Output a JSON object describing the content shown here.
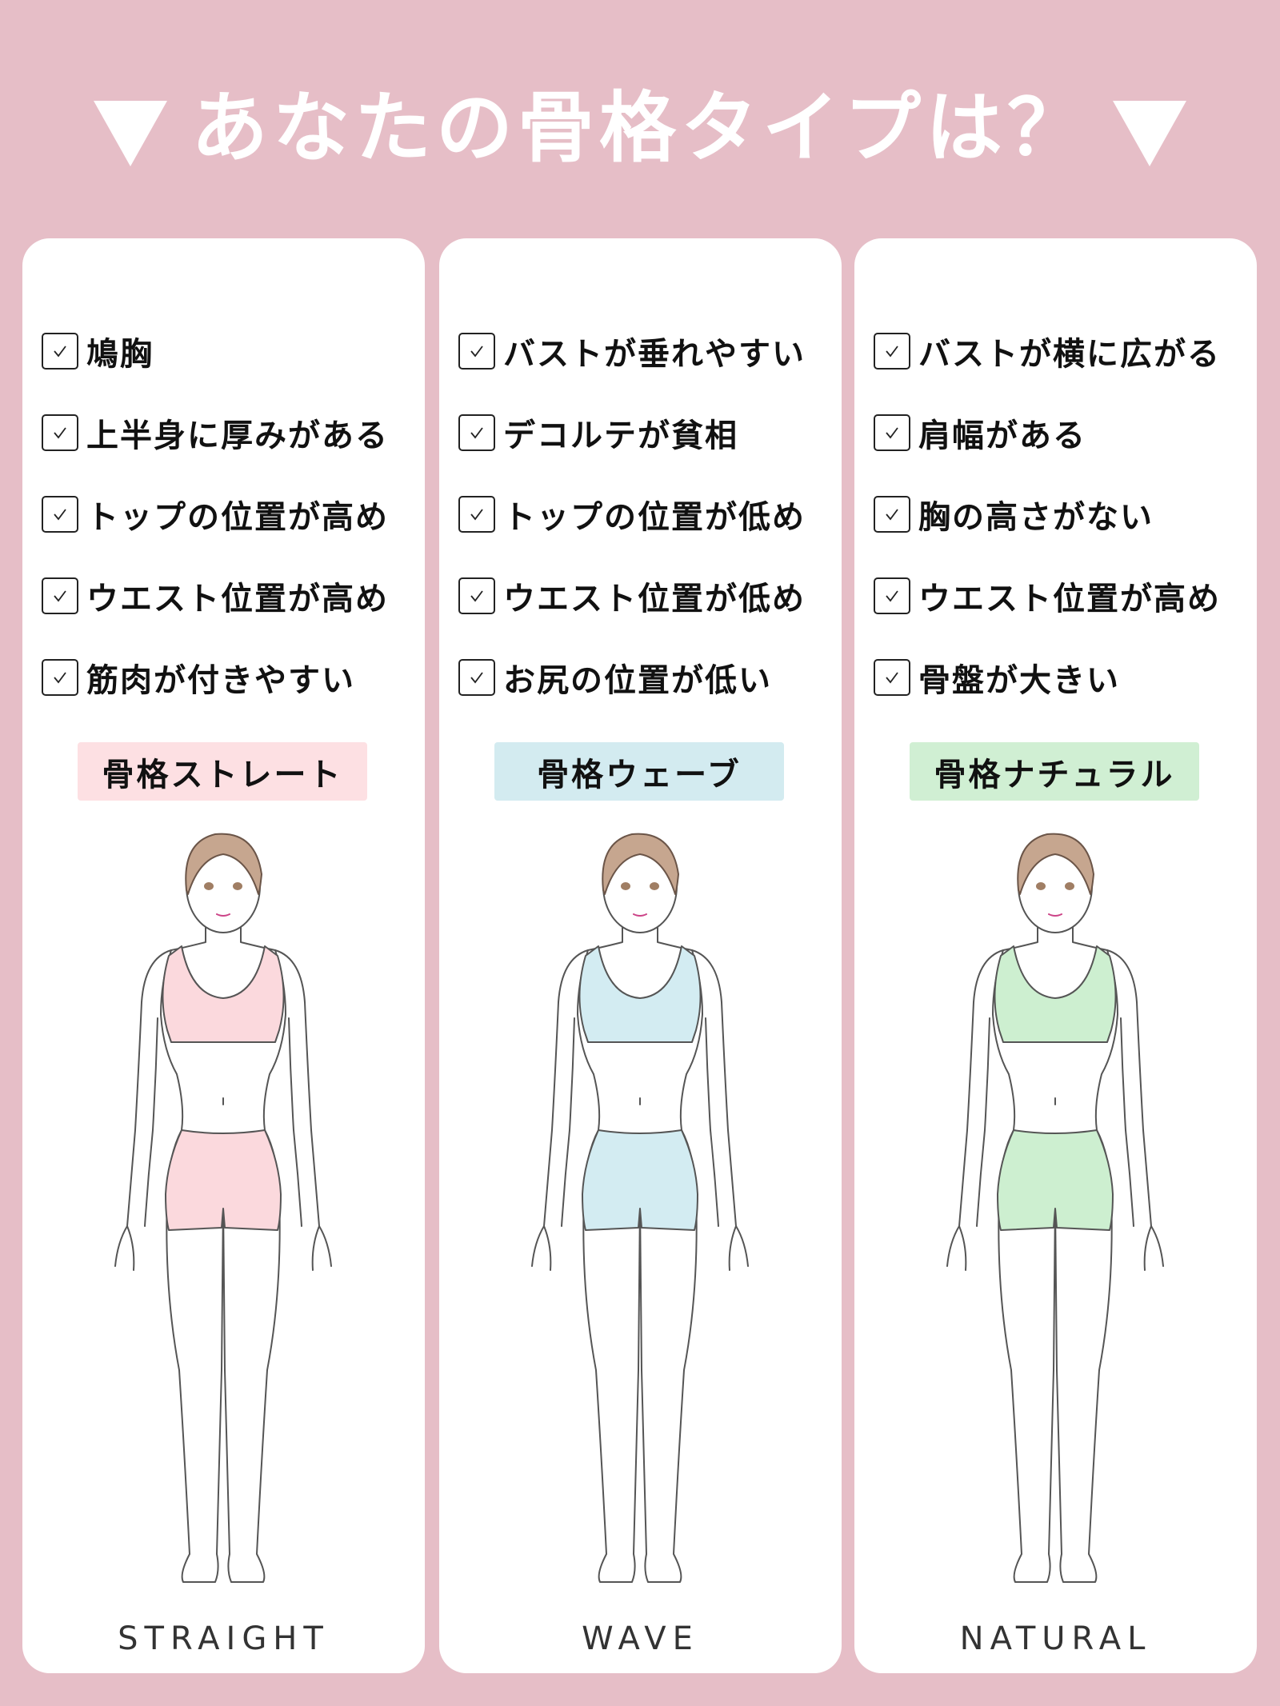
{
  "title": "あなたの骨格タイプは？",
  "colors": {
    "background": "#e6bec7",
    "straight": "#fde0e3",
    "wave": "#d3ebf0",
    "natural": "#d0efd3"
  },
  "cards": [
    {
      "items": [
        "鳩胸",
        "上半身に厚みがある",
        "トップの位置が高め",
        "ウエスト位置が高め",
        "筋肉が付きやすい"
      ],
      "label": "骨格ストレート",
      "english": "STRAIGHT",
      "color": "#fde0e3",
      "figure_fill": "#fbd9dd"
    },
    {
      "items": [
        "バストが垂れやすい",
        "デコルテが貧相",
        "トップの位置が低め",
        "ウエスト位置が低め",
        "お尻の位置が低い"
      ],
      "label": "骨格ウェーブ",
      "english": "WAVE",
      "color": "#d3ebf0",
      "figure_fill": "#d3ecf2"
    },
    {
      "items": [
        "バストが横に広がる",
        "肩幅がある",
        "胸の高さがない",
        "ウエスト位置が高め",
        "骨盤が大きい"
      ],
      "label": "骨格ナチュラル",
      "english": "NATURAL",
      "color": "#d0efd3",
      "figure_fill": "#cdefd0"
    }
  ]
}
